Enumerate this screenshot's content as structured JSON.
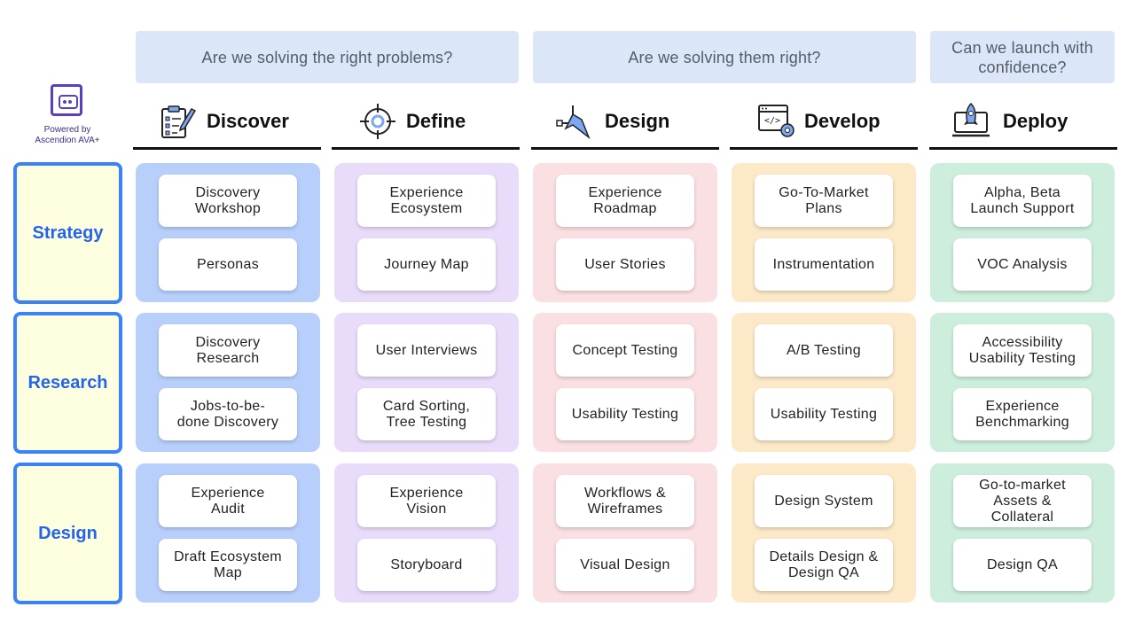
{
  "questions": [
    "Are we solving the right problems?",
    "Are we solving them right?",
    "Can we launch with confidence?"
  ],
  "logo": {
    "caption": "Powered by\nAscendion AVA+"
  },
  "phases": [
    {
      "title": "Discover",
      "icon": "clipboard-pencil-icon",
      "color": "#b8cffb"
    },
    {
      "title": "Define",
      "icon": "target-icon",
      "color": "#e9dcfb"
    },
    {
      "title": "Design",
      "icon": "vector-pen-icon",
      "color": "#fbe0e3"
    },
    {
      "title": "Develop",
      "icon": "code-window-gear-icon",
      "color": "#fbe9c8"
    },
    {
      "title": "Deploy",
      "icon": "rocket-laptop-icon",
      "color": "#cdeedd"
    }
  ],
  "rows": [
    {
      "label": "Strategy"
    },
    {
      "label": "Research"
    },
    {
      "label": "Design"
    }
  ],
  "cells": [
    [
      [
        "Discovery\nWorkshop",
        "Personas"
      ],
      [
        "Experience\nEcosystem",
        "Journey Map"
      ],
      [
        "Experience\nRoadmap",
        "User Stories"
      ],
      [
        "Go-To-Market\nPlans",
        "Instrumentation"
      ],
      [
        "Alpha, Beta\nLaunch Support",
        "VOC Analysis"
      ]
    ],
    [
      [
        "Discovery\nResearch",
        "Jobs-to-be-\ndone Discovery"
      ],
      [
        "User Interviews",
        "Card Sorting,\nTree Testing"
      ],
      [
        "Concept Testing",
        "Usability Testing"
      ],
      [
        "A/B Testing",
        "Usability Testing"
      ],
      [
        "Accessibility\nUsability Testing",
        "Experience\nBenchmarking"
      ]
    ],
    [
      [
        "Experience\nAudit",
        "Draft Ecosystem\nMap"
      ],
      [
        "Experience\nVision",
        "Storyboard"
      ],
      [
        "Workflows &\nWireframes",
        "Visual Design"
      ],
      [
        "Design System",
        "Details Design &\nDesign QA"
      ],
      [
        "Go-to-market\nAssets &\nCollateral",
        "Design QA"
      ]
    ]
  ]
}
